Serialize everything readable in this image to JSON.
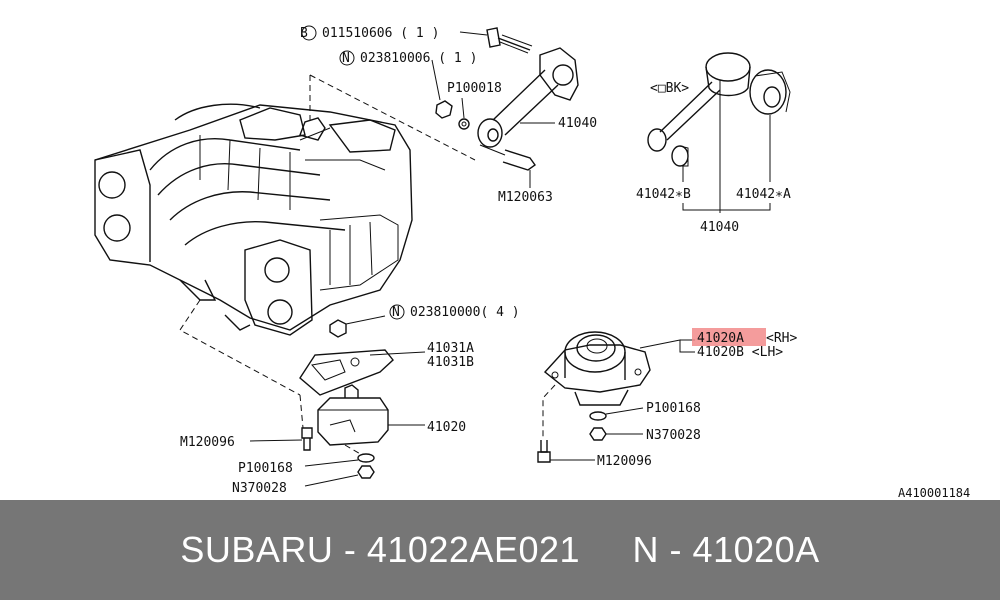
{
  "diagram": {
    "labels": {
      "bolt_b": "011510606 ( 1 )",
      "bolt_b_marker": "B",
      "nut_n1": "023810006 ( 1 )",
      "nut_n1_marker": "N",
      "washer_p1": "P100018",
      "rod_part": "41040",
      "bolt_m1": "M120063",
      "bk_tag": "<□BK>",
      "bush_b": "41042∗B",
      "bush_a": "41042∗A",
      "rod_part_2": "41040",
      "nut_n2": "023810000( 4 )",
      "nut_n2_marker": "N",
      "bracket_a": "41031A",
      "bracket_b": "41031B",
      "mount_left": "41020",
      "bolt_m2": "M120096",
      "washer_p2": "P100168",
      "nut_n3": "N370028",
      "mount_rh": "41020A",
      "mount_rh_suffix": "<RH>",
      "mount_lh": "41020B <LH>",
      "washer_p3": "P100168",
      "nut_n4": "N370028",
      "bolt_m3": "M120096",
      "diagram_code": "A410001184"
    },
    "highlight_color": "#f28b8b"
  },
  "footer": {
    "text": "SUBARU - 41022AE021     N - 41020A"
  }
}
